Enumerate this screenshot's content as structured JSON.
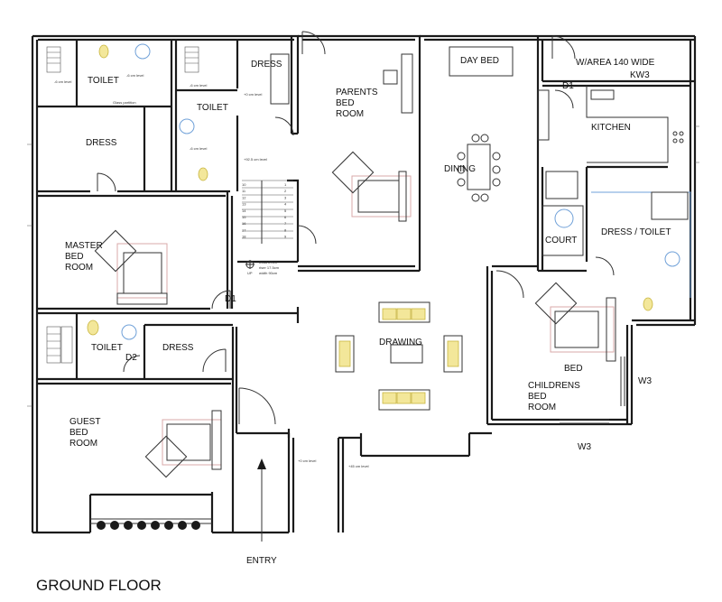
{
  "plan": {
    "title": "GROUND FLOOR",
    "rooms": {
      "toilet_1": "TOILET",
      "toilet_2": "TOILET",
      "dress_1": "DRESS",
      "dress_2": "DRESS",
      "parents_bed": [
        "PARENTS",
        "BED",
        "ROOM"
      ],
      "day_bed": "DAY BED",
      "w_area": "W/AREA 140 WIDE",
      "kw3": "KW3",
      "d1_kitchen": "D1",
      "kitchen": "KITCHEN",
      "dining": "DINING",
      "court": "COURT",
      "dress_toilet": "DRESS / TOILET",
      "master_bed": [
        "MASTER",
        "BED",
        "ROOM"
      ],
      "d1_master": "D1",
      "toilet_3": "TOILET",
      "dress_3": "DRESS",
      "d2": "D2",
      "drawing": "DRAWING",
      "bed": "BED",
      "childrens_bed": [
        "CHILDRENS",
        "BED",
        "ROOM"
      ],
      "w3_right": "W3",
      "w3_bottom": "W3",
      "guest_bed": [
        "GUEST",
        "BED",
        "ROOM"
      ],
      "entry": "ENTRY",
      "up": "UP"
    },
    "stair_note": [
      "tread 27cm",
      "riser 17.5cm",
      "width 90cm"
    ],
    "stair_steps": [
      "1",
      "2",
      "3",
      "4",
      "5",
      "6",
      "7",
      "8",
      "9",
      "10",
      "11",
      "12",
      "13",
      "14",
      "15",
      "16",
      "17",
      "18"
    ],
    "level_note": "-6 cm level",
    "level_note_2": "+0 cm level",
    "level_note_3": "+45 cm level",
    "level_note_4": "+92.5 cm level",
    "partition_note": "Glass partition"
  }
}
